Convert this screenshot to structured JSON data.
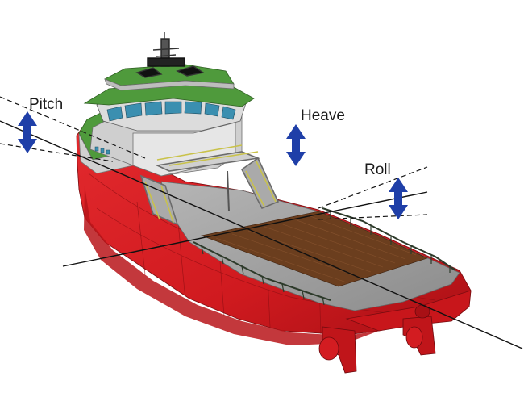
{
  "labels": {
    "pitch": "Pitch",
    "heave": "Heave",
    "roll": "Roll"
  },
  "colors": {
    "hull": "#d91a1f",
    "hull_shadow": "#b01217",
    "deck": "#9a9a9a",
    "deck_planks": "#6b3e1e",
    "superstructure": "#dcdcdc",
    "roof": "#4f9a3c",
    "window": "#3b8fb0",
    "railing": "#c9c24a",
    "arrow": "#1f3fa8",
    "axis_line": "#111111"
  },
  "icons": {
    "pitch_arrow": "double-headed-vertical-arrow",
    "heave_arrow": "double-headed-vertical-arrow",
    "roll_arrow": "double-headed-vertical-arrow"
  }
}
